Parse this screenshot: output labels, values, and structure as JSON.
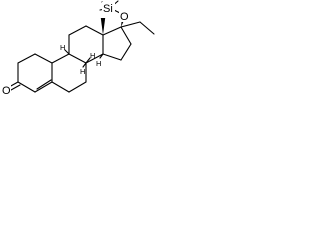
{
  "molecule": {
    "atoms": {
      "silicon": "Si",
      "ether_oxygen": "O",
      "ketone_oxygen": "O"
    },
    "stereo_hydrogens": {
      "c8": "H",
      "c9": "H",
      "c10": "H",
      "c14": "H"
    },
    "colors": {
      "bond": "#000000",
      "background": "#ffffff"
    }
  }
}
